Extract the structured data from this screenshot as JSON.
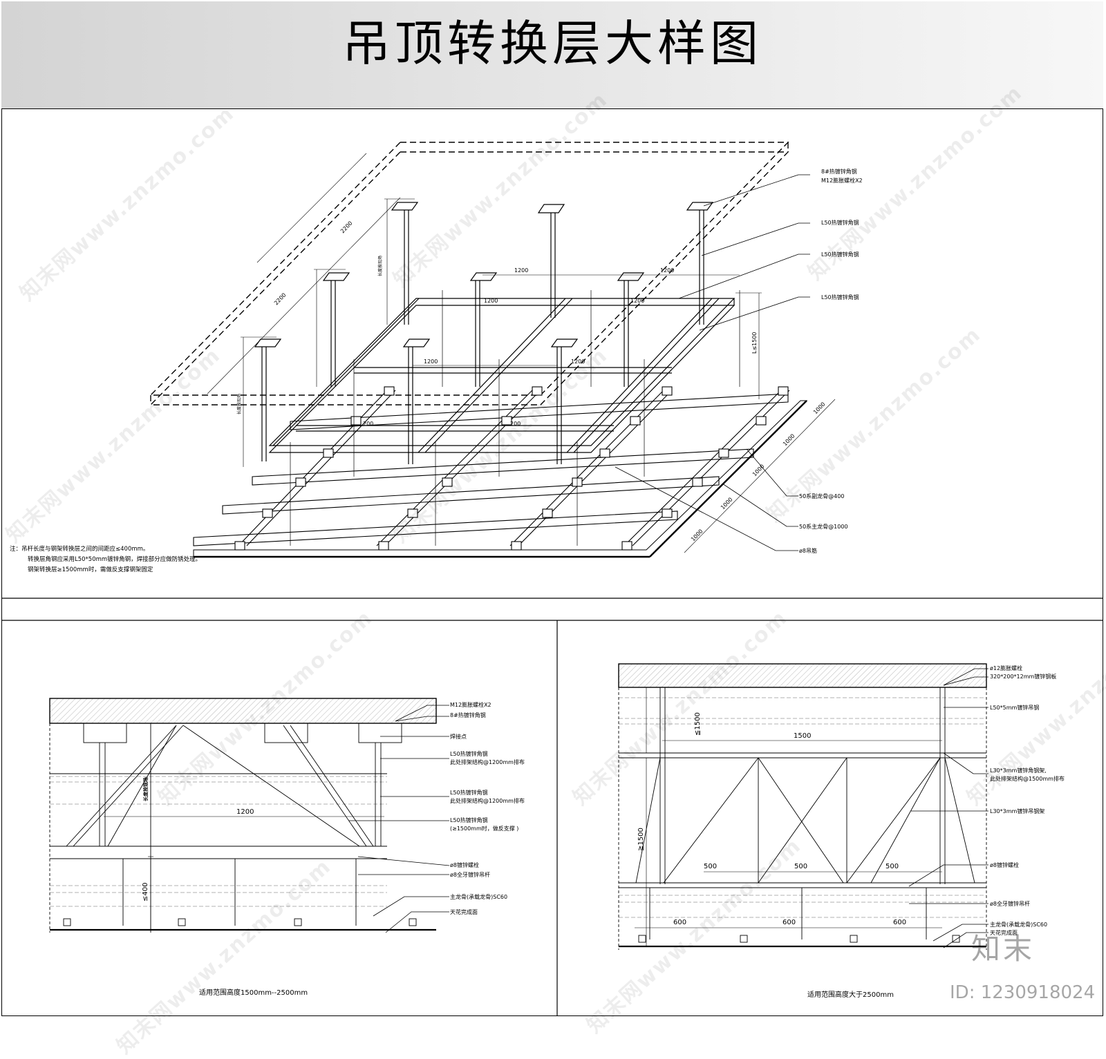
{
  "title": "吊顶转换层大样图",
  "iso_view": {
    "labels": {
      "angle8": "8#热镀锌角钢",
      "bolt_m12": "M12膨胀螺栓X2",
      "l50_a": "L50热镀锌角钢",
      "l50_b": "L50热镀锌角钢",
      "l50_c": "L50热镀锌角钢",
      "sub_keel": "50系副龙骨@400",
      "main_keel": "50系主龙骨@1000",
      "rod": "ø8吊筋"
    },
    "dims": {
      "d2200a": "2200",
      "d2200b": "2200",
      "d1200a": "1200",
      "d1200b": "1200",
      "d1200c": "1200",
      "d1200d": "1200",
      "d1200e": "1200",
      "d1200f": "1200",
      "d200a": "200",
      "d200b": "200",
      "dL1500": "L≤1500",
      "d1000a": "1000",
      "d1000b": "1000",
      "d1000c": "1000",
      "d1000d": "1000",
      "d1000e": "1000",
      "vlen_a": "长度按现场",
      "vlen_b": "长度按现场"
    },
    "notes": {
      "n1": "注：吊杆长度与钢架转换层之间的间距应≤400mm。",
      "n2": "转换层角钢应采用L50*50mm镀锌角钢，焊接部分应做防锈处理。",
      "n3": "钢架转换层≥1500mm时，需做反支撑钢架固定"
    }
  },
  "section_left": {
    "labels": {
      "bolt": "M12膨胀螺栓X2",
      "angle": "8#热镀锌角钢",
      "weld": "焊接点",
      "l50_1a": "L50热镀锌角钢",
      "l50_1b": "此处排架结构@1200mm排布",
      "l50_2a": "L50热镀锌角钢",
      "l50_2b": "此处排架结构@1200mm排布",
      "l50_3a": "L50热镀锌角钢",
      "l50_3b": "(≥1500mm时，做反支撑 )",
      "screw": "ø8镀锌螺栓",
      "rod": "ø8全牙镀锌吊杆",
      "keel": "主龙骨(承载龙骨)SC60",
      "finish": "天花完成面"
    },
    "dims": {
      "w1200": "1200",
      "h400": "≤400",
      "vlen": "长度按现场"
    },
    "caption": "适用范围高度1500mm--2500mm"
  },
  "section_right": {
    "labels": {
      "bolt": "ø12膨胀螺栓",
      "plate": "320*200*12mm镀锌钢板",
      "l50": "L50*5mm镀锌吊钢",
      "l30a": "L30*3mm镀锌角钢架,",
      "l30b": "此处排架结构@1500mm排布",
      "l30c": "L30*3mm镀锌吊钢架",
      "screw": "ø8镀锌螺栓",
      "rod": "ø8全牙镀锌吊杆",
      "keel": "主龙骨(承载龙骨)SC60",
      "finish": "天花完成面"
    },
    "dims": {
      "h1500a": "≦1500",
      "h1500b": "≧1500",
      "w1500": "1500",
      "w500a": "500",
      "w500b": "500",
      "w500c": "500",
      "w600a": "600",
      "w600b": "600",
      "w600c": "600"
    },
    "caption": "适用范围高度大于2500mm"
  },
  "watermark": {
    "text": "知末网www.znzmo.com",
    "logo": "知末",
    "id": "ID: 1230918024"
  }
}
